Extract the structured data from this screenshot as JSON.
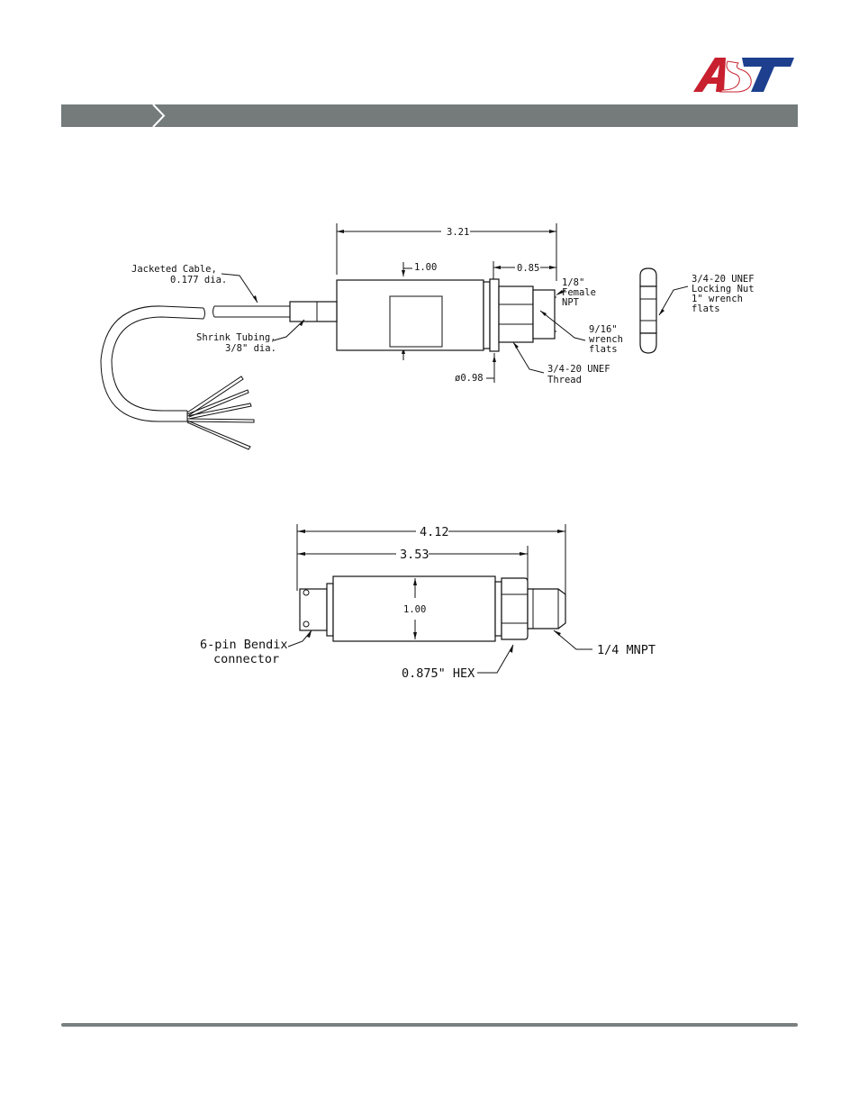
{
  "logo": {
    "text": "AST",
    "colors": {
      "red": "#c8202f",
      "blue": "#1d3f8e"
    }
  },
  "header": {
    "bar_color": "#747b7a",
    "chevron_color": "#ffffff"
  },
  "footer": {
    "rule_color": "#7a7f7f"
  },
  "diagram1": {
    "dim_overall": "3.21",
    "dim_body": "1.00",
    "dim_fitting": "0.85",
    "dim_thread_dia": "ø0.98",
    "cable_label_1": "Jacketed Cable,",
    "cable_label_2": "0.177 dia.",
    "shrink_label_1": "Shrink Tubing,",
    "shrink_label_2": "3/8\" dia.",
    "npt_label_1": "1/8\"",
    "npt_label_2": "Female",
    "npt_label_3": "NPT",
    "wrench_label_1": "9/16\"",
    "wrench_label_2": "wrench",
    "wrench_label_3": "flats",
    "thread_label_1": "3/4-20 UNEF",
    "thread_label_2": "Thread",
    "nut_label_1": "3/4-20 UNEF",
    "nut_label_2": "Locking Nut",
    "nut_label_3": "1\" wrench",
    "nut_label_4": "flats"
  },
  "diagram2": {
    "dim_overall": "4.12",
    "dim_body": "3.53",
    "dim_diameter": "1.00",
    "connector_label_1": "6-pin Bendix",
    "connector_label_2": "connector",
    "hex_label": "0.875\" HEX",
    "mnpt_label": "1/4 MNPT"
  }
}
